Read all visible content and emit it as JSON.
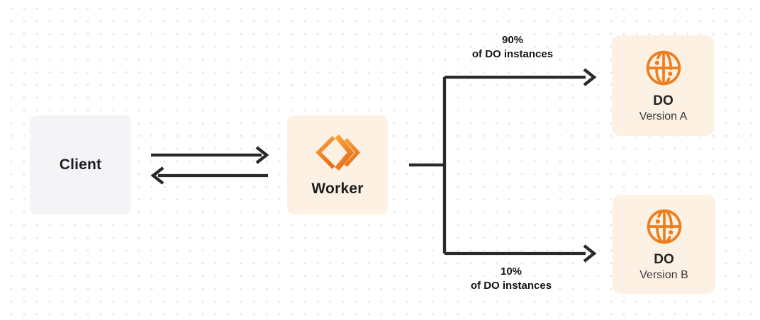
{
  "nodes": {
    "client": {
      "label": "Client"
    },
    "worker": {
      "label": "Worker"
    },
    "do_version_a": {
      "title": "DO",
      "subtitle": "Version A"
    },
    "do_version_b": {
      "title": "DO",
      "subtitle": "Version B"
    }
  },
  "edges": {
    "to_version_a": {
      "percent": "90%",
      "caption": "of DO instances"
    },
    "to_version_b": {
      "percent": "10%",
      "caption": "of DO instances"
    }
  },
  "icons": {
    "worker_icon": "cloudflare-workers-icon",
    "do_icon": "durable-objects-globe-icon"
  },
  "colors": {
    "orange": "#EE7D1E",
    "orange_light": "#F9A23C",
    "orange_dark": "#E8721C",
    "cream": "#FCF1E2",
    "box_gray": "#F4F4F6",
    "line": "#2A2A2A",
    "dot": "#E4E3E7",
    "text": "#1D1D1F",
    "text_muted": "#3A3A3C"
  }
}
